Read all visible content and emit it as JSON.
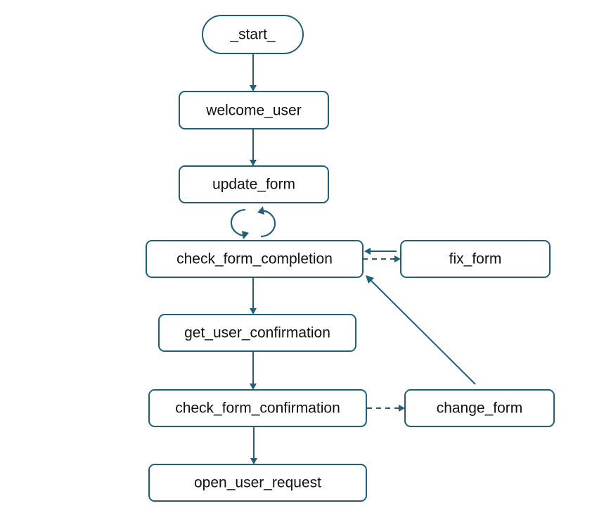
{
  "diagram": {
    "colors": {
      "stroke": "#1f5f78",
      "text": "#111111",
      "background": "#ffffff"
    },
    "nodes": [
      {
        "id": "start",
        "label": "_start_",
        "shape": "pill"
      },
      {
        "id": "welcome_user",
        "label": "welcome_user",
        "shape": "rounded-rect"
      },
      {
        "id": "update_form",
        "label": "update_form",
        "shape": "rounded-rect"
      },
      {
        "id": "check_form_completion",
        "label": "check_form_completion",
        "shape": "rounded-rect"
      },
      {
        "id": "fix_form",
        "label": "fix_form",
        "shape": "rounded-rect"
      },
      {
        "id": "get_user_confirmation",
        "label": "get_user_confirmation",
        "shape": "rounded-rect"
      },
      {
        "id": "check_form_confirmation",
        "label": "check_form_confirmation",
        "shape": "rounded-rect"
      },
      {
        "id": "change_form",
        "label": "change_form",
        "shape": "rounded-rect"
      },
      {
        "id": "open_user_request",
        "label": "open_user_request",
        "shape": "rounded-rect"
      }
    ],
    "edges": [
      {
        "from": "start",
        "to": "welcome_user",
        "style": "solid"
      },
      {
        "from": "welcome_user",
        "to": "update_form",
        "style": "solid"
      },
      {
        "from": "update_form",
        "to": "check_form_completion",
        "style": "loop-icon"
      },
      {
        "from": "check_form_completion",
        "to": "fix_form",
        "style": "dashed"
      },
      {
        "from": "fix_form",
        "to": "check_form_completion",
        "style": "solid"
      },
      {
        "from": "check_form_completion",
        "to": "get_user_confirmation",
        "style": "solid"
      },
      {
        "from": "get_user_confirmation",
        "to": "check_form_confirmation",
        "style": "solid"
      },
      {
        "from": "check_form_confirmation",
        "to": "change_form",
        "style": "dashed"
      },
      {
        "from": "change_form",
        "to": "check_form_completion",
        "style": "solid"
      },
      {
        "from": "check_form_confirmation",
        "to": "open_user_request",
        "style": "solid"
      }
    ],
    "loop_icon": "refresh-cycle-icon"
  }
}
